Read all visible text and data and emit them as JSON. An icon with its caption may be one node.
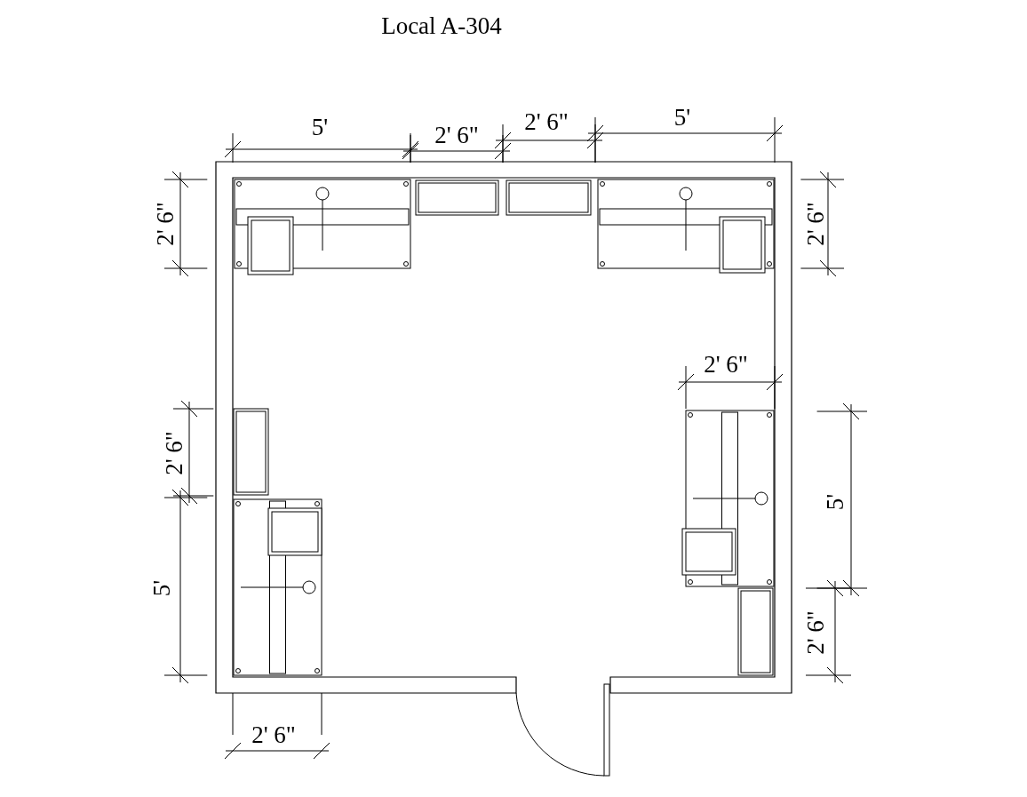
{
  "diagram": {
    "title": "Local A-304",
    "labels": [
      "5'",
      "2' 6\"",
      "2' 6\"",
      "5'",
      "2' 6\"",
      "2' 6\"",
      "2' 6\"",
      "2' 6\"",
      "5'",
      "5'",
      "2' 6\"",
      "2' 6\""
    ]
  }
}
